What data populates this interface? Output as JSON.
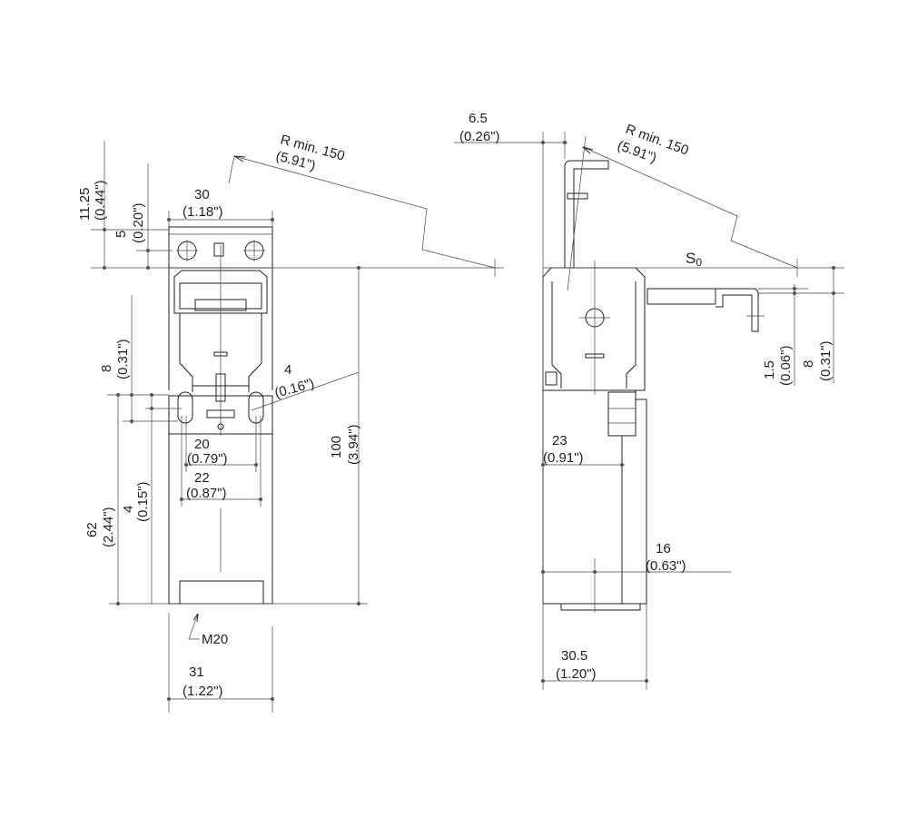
{
  "front_view": {
    "dim_11_25": {
      "mm": "11.25",
      "in": "(0.44\")"
    },
    "dim_5": {
      "mm": "5",
      "in": "(0.20\")"
    },
    "dim_30": {
      "mm": "30",
      "in": "(1.18\")"
    },
    "radius": {
      "mm": "R min. 150",
      "in": "(5.91\")"
    },
    "dim_8": {
      "mm": "8",
      "in": "(0.31\")"
    },
    "dim_4_hole": {
      "mm": "4",
      "in": "(0.16\")"
    },
    "dim_100": {
      "mm": "100",
      "in": "(3.94\")"
    },
    "dim_62": {
      "mm": "62",
      "in": "(2.44\")"
    },
    "dim_4": {
      "mm": "4",
      "in": "(0.15\")"
    },
    "dim_20": {
      "mm": "20",
      "in": "(0.79\")"
    },
    "dim_22": {
      "mm": "22",
      "in": "(0.87\")"
    },
    "thread": "M20",
    "dim_31": {
      "mm": "31",
      "in": "(1.22\")"
    }
  },
  "side_view": {
    "dim_6_5": {
      "mm": "6.5",
      "in": "(0.26\")"
    },
    "radius": {
      "mm": "R min. 150",
      "in": "(5.91\")"
    },
    "s0": {
      "main": "S",
      "sub": "0"
    },
    "dim_1_5": {
      "mm": "1.5",
      "in": "(0.06\")"
    },
    "dim_8": {
      "mm": "8",
      "in": "(0.31\")"
    },
    "dim_23": {
      "mm": "23",
      "in": "(0.91\")"
    },
    "dim_16": {
      "mm": "16",
      "in": "(0.63\")"
    },
    "dim_30_5": {
      "mm": "30.5",
      "in": "(1.20\")"
    }
  }
}
